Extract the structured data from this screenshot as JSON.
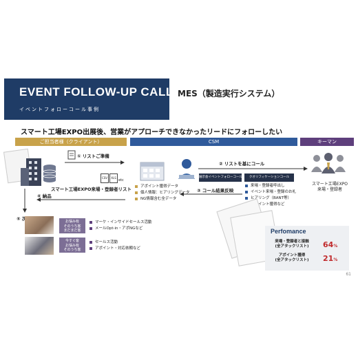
{
  "header": {
    "title": "EVENT FOLLOW-UP CALL",
    "subtitle": "イベントフォローコール事例",
    "product": "MES（製造実行システム）"
  },
  "tagline": "スマート工場EXPO出展後、営業がアプローチできなかったリードにフォローしたい",
  "bands": {
    "client": "ご担当者様（クライアント）",
    "csm": "CSM",
    "keyman": "キーマン"
  },
  "steps": {
    "step1": "① リストご準備",
    "step2": "② リストを基にコール",
    "step3": "③ コール結果反映",
    "step4": "④ 納品",
    "step5": "⑤ 次回検討"
  },
  "file_labels": {
    "csv": "CSV",
    "xls": "XLS",
    "etc": "etc"
  },
  "client_list_label": "スマート工場EXPO来場・登録者リスト",
  "csm_labels": {
    "event_call": "展示会イベントフォローコール",
    "qualification_call": "クオリフィケーションコール"
  },
  "result_items": [
    "アポイント獲得データ",
    "個人情報：ヒアリングデータ",
    "NG情報含む全データ"
  ],
  "call_items": [
    "来場・登録者呼出し",
    "イベント来場・登録のお礼",
    "ヒアリング（BANT等）",
    "アポイント獲得など"
  ],
  "keyman_label": "スマート工場EXPO\n来場・登録者",
  "next_boxes": [
    {
      "label": "お悩み有\nそのうち客\nまだまだ客",
      "items": [
        "マーケ・インサイドセールス活動",
        "メールOpt-in・アポNGなど"
      ]
    },
    {
      "label": "今すぐ客\nお悩み有\nそのうち客",
      "items": [
        "セールス活動",
        "アポイント・対応依頼など"
      ]
    }
  ],
  "performance": {
    "title": "Perfomance",
    "rows": [
      {
        "label": "来場・登録者と接触\n(全アタックリスト)",
        "value": "64",
        "unit": "%"
      },
      {
        "label": "アポイント獲得\n(全アタックリスト)",
        "value": "21",
        "unit": "%"
      }
    ]
  },
  "page_number": "61",
  "colors": {
    "navy": "#1f3c66",
    "orange": "#c8a24a",
    "blue": "#2f5a9b",
    "purple": "#5e3f7c",
    "accent_red": "#c0292b"
  }
}
